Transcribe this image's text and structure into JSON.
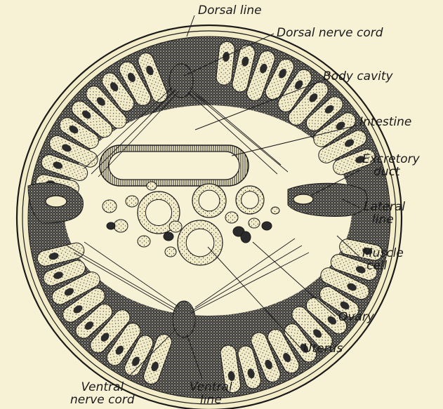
{
  "figure": {
    "labels": {
      "dorsal_line": "Dorsal line",
      "dorsal_nerve_cord": "Dorsal nerve cord",
      "body_cavity": "Body cavity",
      "intestine": "Intestine",
      "excretory_duct_1": "Excretory",
      "excretory_duct_2": "duct",
      "lateral_line_1": "Lateral",
      "lateral_line_2": "line",
      "muscle_cell_1": "Muscle",
      "muscle_cell_2": "cell",
      "ovary": "Ovary",
      "uterus": "Uterus",
      "ventral_nerve_cord_1": "Ventral",
      "ventral_nerve_cord_2": "nerve cord",
      "ventral_line_1": "Ventral",
      "ventral_line_2": "line"
    }
  },
  "colors": {
    "paper": "#f7f1d6",
    "ink": "#1a1a1a",
    "muscle_fill": "#f3ecc9",
    "dark_tissue": "#2b2b2b"
  }
}
